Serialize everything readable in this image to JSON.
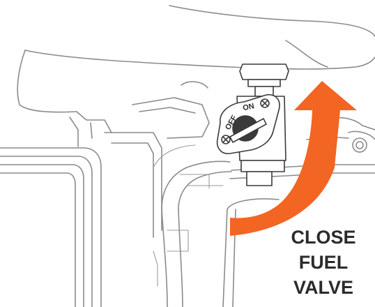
{
  "instruction": {
    "lines": [
      "CLOSE",
      "FUEL",
      "VALVE"
    ],
    "color": "#2b2b2b"
  },
  "valve": {
    "on_label": "ON",
    "off_label": "OFF",
    "position": "closed"
  },
  "arrow": {
    "color": "#f26522",
    "direction": "up"
  },
  "colors": {
    "outline": "#8a8a8a",
    "valve_outline": "#3a3a3a",
    "background": "#ffffff"
  }
}
